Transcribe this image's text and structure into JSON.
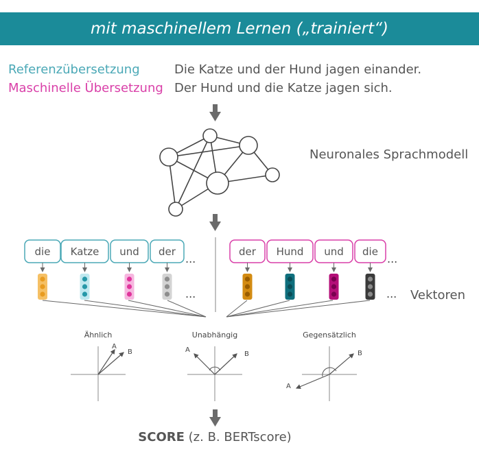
{
  "header": {
    "title": "mit maschinellem Lernen („trainiert“)"
  },
  "translations": {
    "reference_label": "Referenzübersetzung",
    "reference_text": "Die Katze und der Hund jagen einander.",
    "machine_label": "Maschinelle Übersetzung",
    "machine_text": "Der Hund und die Katze jagen sich."
  },
  "model": {
    "label": "Neuronales Sprachmodell"
  },
  "tokens": {
    "reference": [
      "die",
      "Katze",
      "und",
      "der"
    ],
    "machine": [
      "der",
      "Hund",
      "und",
      "die"
    ],
    "ellipsis": "..."
  },
  "vectors": {
    "label": "Vektoren",
    "ellipsis": "..."
  },
  "similarity": [
    {
      "title": "Ähnlich",
      "a": "A",
      "b": "B"
    },
    {
      "title": "Unabhängig",
      "a": "A",
      "b": "B"
    },
    {
      "title": "Gegensätzlich",
      "a": "A",
      "b": "B"
    }
  ],
  "score": {
    "strong": "SCORE",
    "rest": " (z. B. BERTscore)"
  },
  "colors": {
    "header_bg": "#1b8b99",
    "reference_accent": "#4aa8b6",
    "machine_accent": "#d93fa8",
    "arrow": "#6b6b6b",
    "reference_vectors": [
      "#f5c065",
      "#bfe8ef",
      "#f6b6df",
      "#d3d3d3"
    ],
    "reference_dots": [
      "#e89b20",
      "#2598a8",
      "#e0359c",
      "#8d8d8d"
    ],
    "machine_vectors": [
      "#d38b12",
      "#0f6f7d",
      "#b40f78",
      "#3a3a3a"
    ],
    "machine_dots": [
      "#9a5d00",
      "#0a4d57",
      "#7a0050",
      "#8a8a8a"
    ]
  }
}
